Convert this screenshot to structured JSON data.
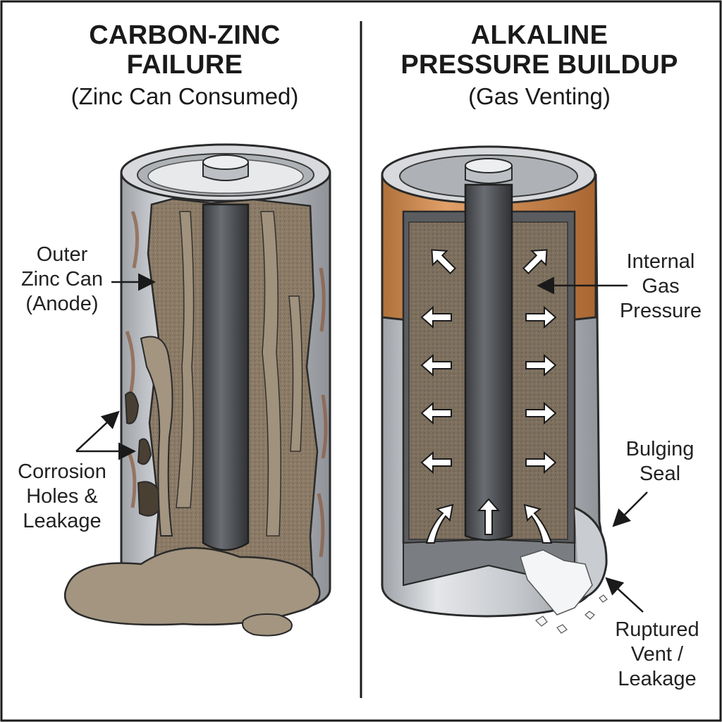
{
  "left_panel": {
    "title_line1": "CARBON-ZINC",
    "title_line2": "FAILURE",
    "subtitle": "(Zinc Can Consumed)",
    "labels": {
      "outer_zinc_can": [
        "Outer",
        "Zinc Can",
        "(Anode)"
      ],
      "corrosion": [
        "Corrosion",
        "Holes &",
        "Leakage"
      ]
    }
  },
  "right_panel": {
    "title_line1": "ALKALINE",
    "title_line2": "PRESSURE BUILDUP",
    "subtitle": "(Gas Venting)",
    "labels": {
      "internal_gas": [
        "Internal",
        "Gas",
        "Pressure"
      ],
      "bulging_seal": [
        "Bulging",
        "Seal"
      ],
      "ruptured_vent": [
        "Ruptured",
        "Vent /",
        "Leakage"
      ]
    }
  },
  "colors": {
    "zinc_can": "#c9ccd0",
    "rust": "#9a6a4e",
    "electrolyte_paste": "#8a7a66",
    "leak_fluid": "#a39580",
    "carbon_rod": "#4a4c50",
    "alkaline_jacket": "#c98a4e",
    "gas_arrow": "#ffffff",
    "divider": "#1a1a1a"
  },
  "icons": [
    "up-arrow-icon",
    "left-arrow-icon",
    "right-arrow-icon",
    "pointer-arrow-icon"
  ]
}
